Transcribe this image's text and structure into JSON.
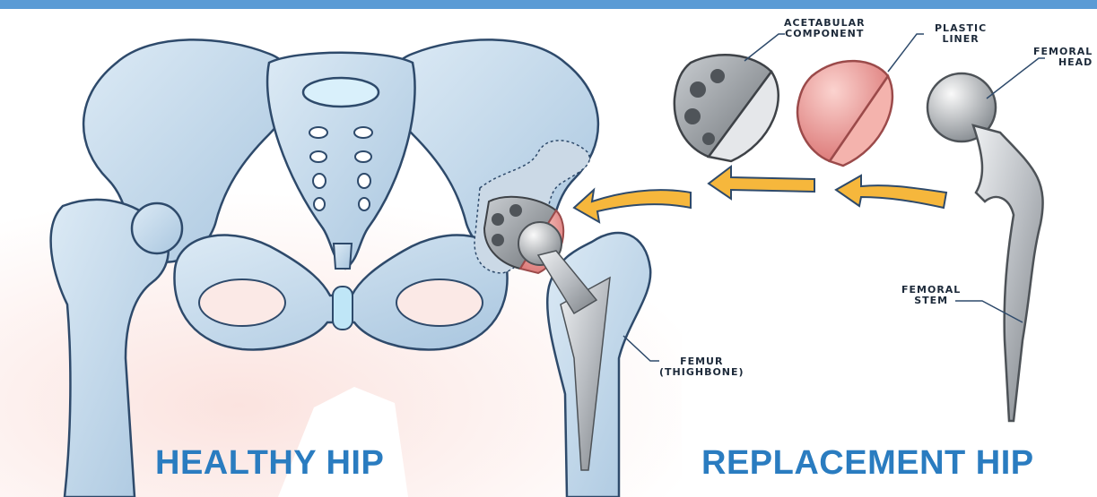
{
  "colors": {
    "accent_blue": "#2a7cc0",
    "top_band": "#5b9bd5",
    "bone_fill": "#c8dcec",
    "bone_outline": "#2e4a6b",
    "arrow_fill": "#f6b73c",
    "metal_fill": "#b9bdc2",
    "liner_fill": "#e98a8a",
    "blush": "#fbe3df"
  },
  "labels": {
    "acetabular": [
      "ACETABULAR",
      "COMPONENT"
    ],
    "plastic": [
      "PLASTIC",
      "LINER"
    ],
    "femoral_head": [
      "FEMORAL",
      "HEAD"
    ],
    "femoral_stem": [
      "FEMORAL",
      "STEM"
    ],
    "femur": [
      "FEMUR",
      "(THIGHBONE)"
    ]
  },
  "titles": {
    "healthy": "HEALTHY HIP",
    "replacement": "REPLACEMENT HIP"
  }
}
